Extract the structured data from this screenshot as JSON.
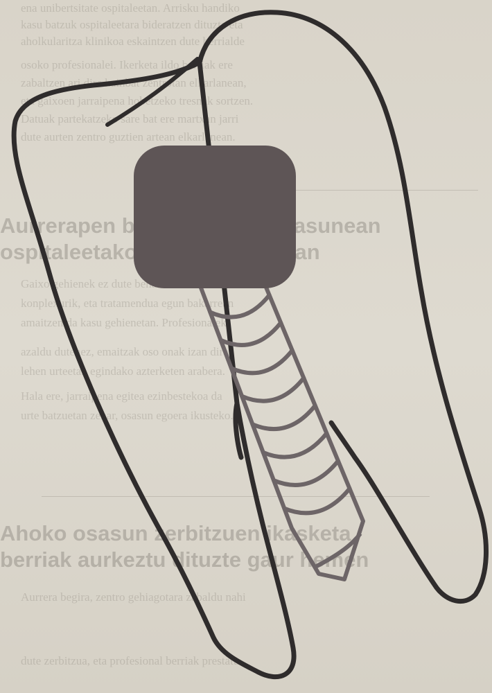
{
  "illustration": {
    "subject": "tooth-with-dental-implant",
    "colors": {
      "paper": "#dcd7cc",
      "outline": "#2f2c2c",
      "crown": "#5e5556",
      "screw": "#6d6567",
      "bleed_text": "#8f8a80"
    }
  },
  "show_through_text": {
    "lines_top": [
      "ena unibertsitate ospitaleetan. Arrisku handiko",
      "kasu batzuk ospitaleetara bideratzen dituzte eta",
      "aholkularitza klinikoa eskaintzen dute herrialde",
      "osoko profesionalei. Ikerketa ildo berriak ere",
      "zabaltzen ari dira hainbat zentrotan elkarlanean,",
      "eta gaixoen jarraipena hobetzeko tresnak sortzen.",
      "Datuak partekatzeko sare bat ere martxan jarri",
      "dute aurten zentro guztien artean elkarlanean."
    ],
    "headline_1": [
      "Aurrerapen berriak ahoko osasunean",
      "ospitaleetako zerbitzuen artean"
    ],
    "lines_middle": [
      "Gaixo gehienek ez dute behar izaten ebakuntza",
      "konplexurik, eta tratamendua egun bakarrean",
      "amaitzen da kasu gehienetan. Profesionalek",
      "azaldu dutenez, emaitzak oso onak izan dira",
      "lehen urteetan egindako azterketen arabera.",
      "Hala ere, jarraipena egitea ezinbestekoa da",
      "urte batzuetan zehar, osasun egoera ikusteko."
    ],
    "headline_2": [
      "Ahoko osasun zerbitzuen ikasketa",
      "berriak aurkeztu dituzte gaur hemen"
    ],
    "lines_bottom": [
      "Aurrera begira, zentro gehiagotara zabaldu nahi",
      "dute zerbitzua, eta profesional berriak prestatu."
    ]
  }
}
